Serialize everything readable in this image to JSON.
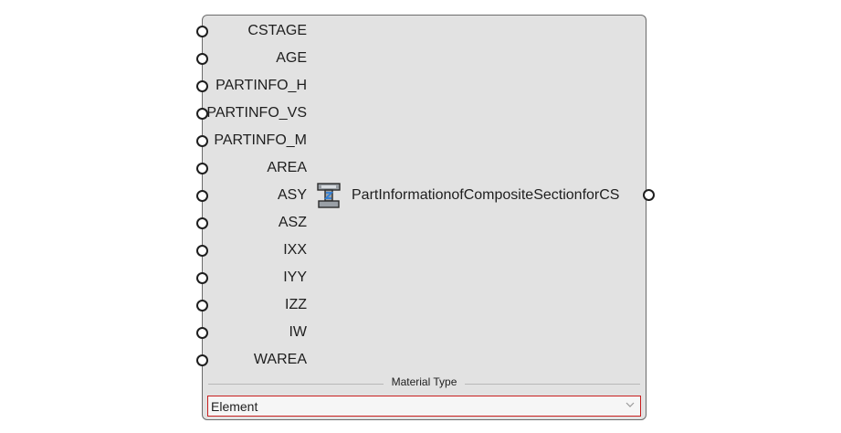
{
  "component": {
    "inputs": [
      {
        "label": "CSTAGE"
      },
      {
        "label": "AGE"
      },
      {
        "label": "PARTINFO_H"
      },
      {
        "label": "PARTINFO_VS"
      },
      {
        "label": "PARTINFO_M"
      },
      {
        "label": "AREA"
      },
      {
        "label": "ASY"
      },
      {
        "label": "ASZ"
      },
      {
        "label": "IXX"
      },
      {
        "label": "IYY"
      },
      {
        "label": "IZZ"
      },
      {
        "label": "IW"
      },
      {
        "label": "WAREA"
      }
    ],
    "icon": "composite-section-icon",
    "title": "PartInformationofCompositeSectionforCS",
    "material_label": "Material Type",
    "material_value": "Element"
  }
}
